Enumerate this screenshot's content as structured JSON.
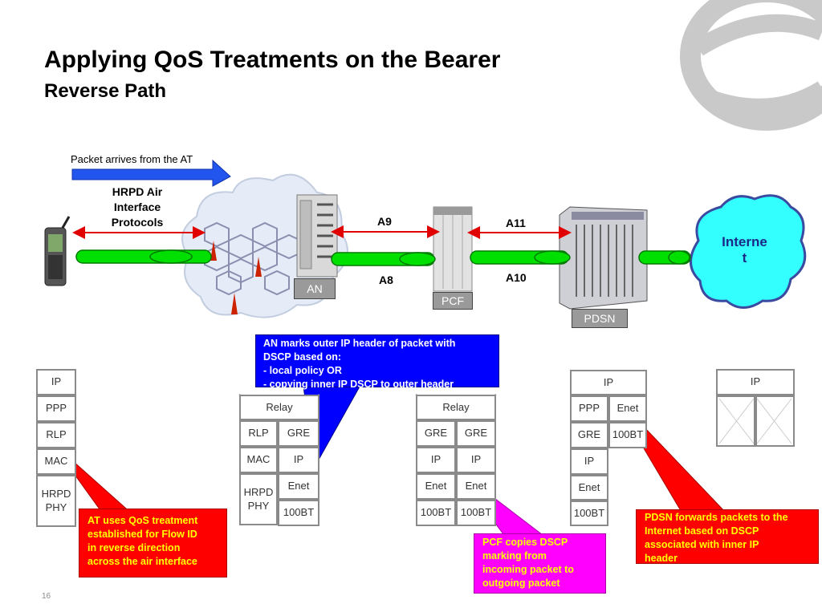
{
  "slide": {
    "title": "Applying QoS Treatments on the Bearer",
    "subtitle": "Reverse Path",
    "page_number": "16"
  },
  "network": {
    "packet_arrives_label": "Packet arrives from the AT",
    "air_interface_label": "HRPD Air Interface Protocols",
    "a9_label": "A9",
    "a8_label": "A8",
    "a11_label": "A11",
    "a10_label": "A10",
    "an_label": "AN",
    "pcf_label": "PCF",
    "pdsn_label": "PDSN",
    "internet_label_line1": "Interne",
    "internet_label_line2": "t"
  },
  "stacks": {
    "at": {
      "ip": "IP",
      "ppp": "PPP",
      "rlp": "RLP",
      "mac": "MAC",
      "phy": "HRPD PHY"
    },
    "an": {
      "relay": "Relay",
      "rlp": "RLP",
      "gre": "GRE",
      "mac": "MAC",
      "ip": "IP",
      "phy": "HRPD PHY",
      "enet": "Enet",
      "bt": "100BT"
    },
    "pcf": {
      "relay": "Relay",
      "gre_left": "GRE",
      "gre_right": "GRE",
      "ip_left": "IP",
      "ip_right": "IP",
      "enet_left": "Enet",
      "enet_right": "Enet",
      "bt_left": "100BT",
      "bt_right": "100BT"
    },
    "pdsn": {
      "ip": "IP",
      "ppp": "PPP",
      "enet_right": "Enet",
      "gre": "GRE",
      "bt_right": "100BT",
      "ip_lower": "IP",
      "enet_lower": "Enet",
      "bt_lower": "100BT"
    },
    "internet": {
      "ip": "IP"
    }
  },
  "callouts": {
    "an_lines": [
      "AN marks outer IP header of packet with",
      "DSCP based on:",
      "- local policy OR",
      "- copying inner IP DSCP to outer header"
    ],
    "at_lines": [
      "AT uses QoS treatment",
      "established for Flow ID",
      "in reverse direction",
      "across the air interface"
    ],
    "pcf_lines": [
      "PCF copies DSCP",
      "marking from",
      "incoming packet to",
      "outgoing packet"
    ],
    "pdsn_lines": [
      "PDSN forwards packets to the",
      "Internet based on DSCP",
      "associated with inner IP",
      "header"
    ]
  },
  "colors": {
    "tunnel_green": "#00e000",
    "arrow_red": "#e00000",
    "callout_red": "#ff0000",
    "callout_blue": "#0000ff",
    "callout_magenta": "#ff00ff",
    "callout_red_text": "#ffff00",
    "internet_cyan": "#33ffff",
    "packet_arrow_blue": "#2255ee"
  },
  "icons": [
    "handset-icon",
    "cell-site-cloud-icon",
    "an-rack-icon",
    "pcf-rack-icon",
    "pdsn-chassis-icon",
    "internet-cloud-icon",
    "brand-logo-icon"
  ]
}
